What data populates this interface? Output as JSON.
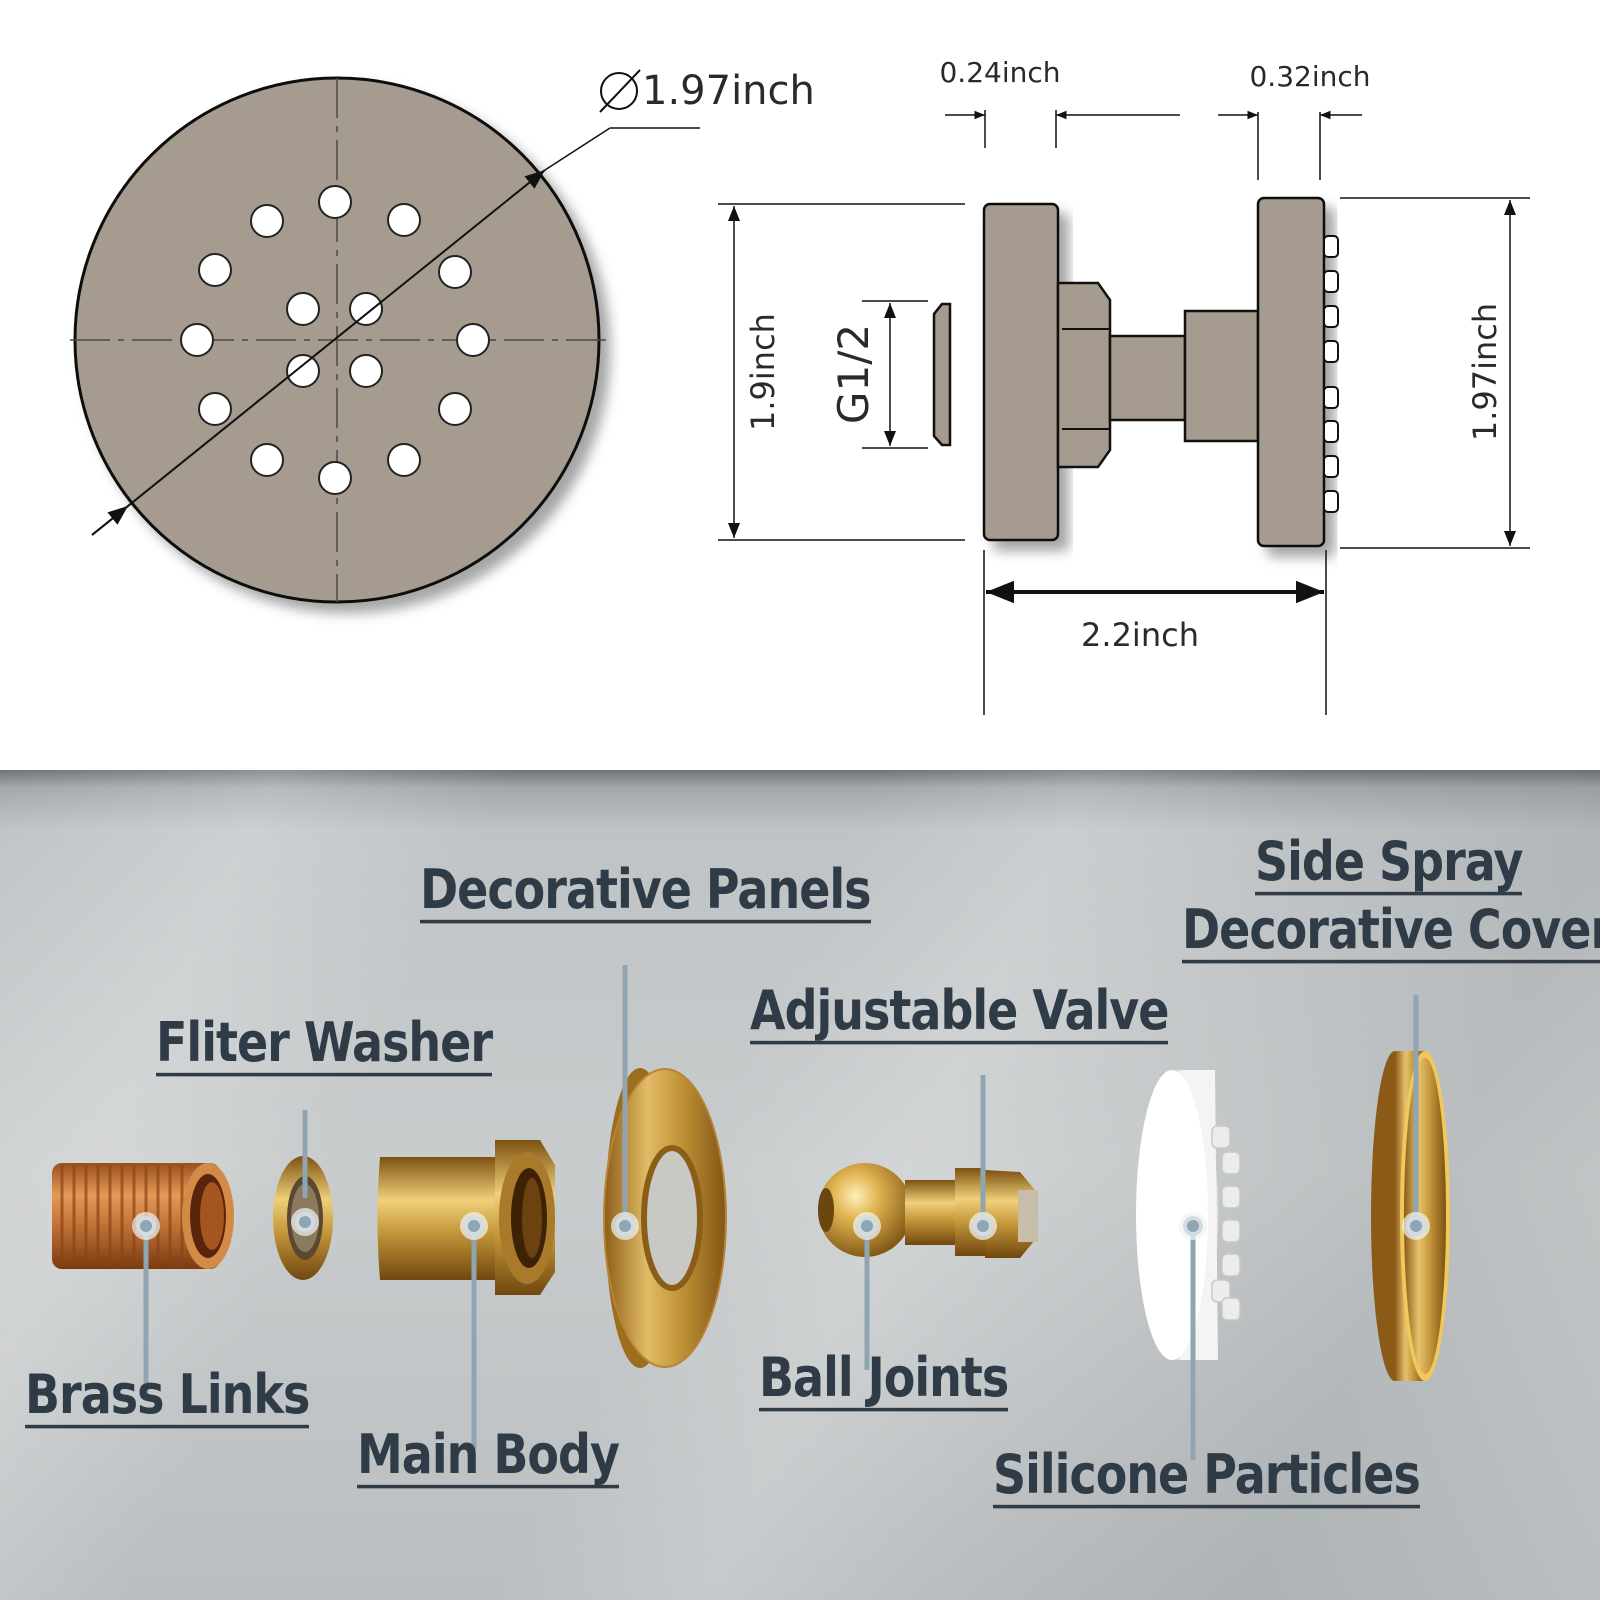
{
  "dimensions": {
    "face_diameter": "1.97inch",
    "flange_thickness": "0.24inch",
    "cover_thickness": "0.32inch",
    "flange_height": "1.9inch",
    "thread": "G1/2",
    "cover_height": "1.97inch",
    "overall_length": "2.2inch"
  },
  "parts": {
    "brass_links": "Brass Links",
    "filter_washer": "Fliter Washer",
    "main_body": "Main Body",
    "decorative_panels": "Decorative Panels",
    "ball_joints": "Ball Joints",
    "adjustable_valve": "Adjustable Valve",
    "silicone_particles": "Silicone Particles",
    "side_spray_line1": "Side Spray",
    "side_spray_line2": "Decorative Cover"
  },
  "colors": {
    "drawing_fill": "#a59b8f",
    "label_text": "#2f3c48",
    "pointer_line": "#8fa6b2",
    "brass": "#c79a3c",
    "copper": "#c8773a"
  }
}
